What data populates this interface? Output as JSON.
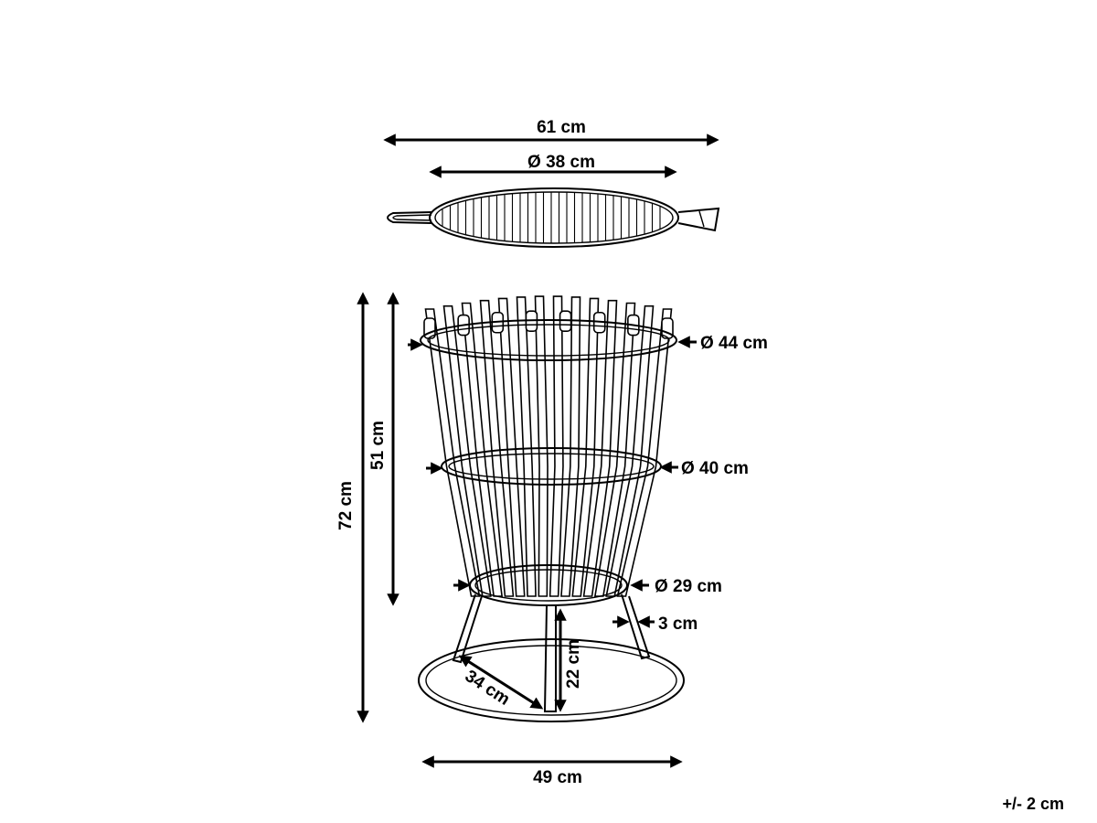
{
  "dimensions": {
    "grate_width": "61 cm",
    "grate_diameter": "Ø 38 cm",
    "top_ring_diameter": "Ø 44 cm",
    "middle_ring_diameter": "Ø 40 cm",
    "bottom_ring_diameter": "Ø 29 cm",
    "leg_width": "3 cm",
    "total_height": "72 cm",
    "basket_height": "51 cm",
    "leg_height": "22 cm",
    "base_radius": "34 cm",
    "base_width": "49 cm"
  },
  "tolerance": "+/- 2 cm"
}
